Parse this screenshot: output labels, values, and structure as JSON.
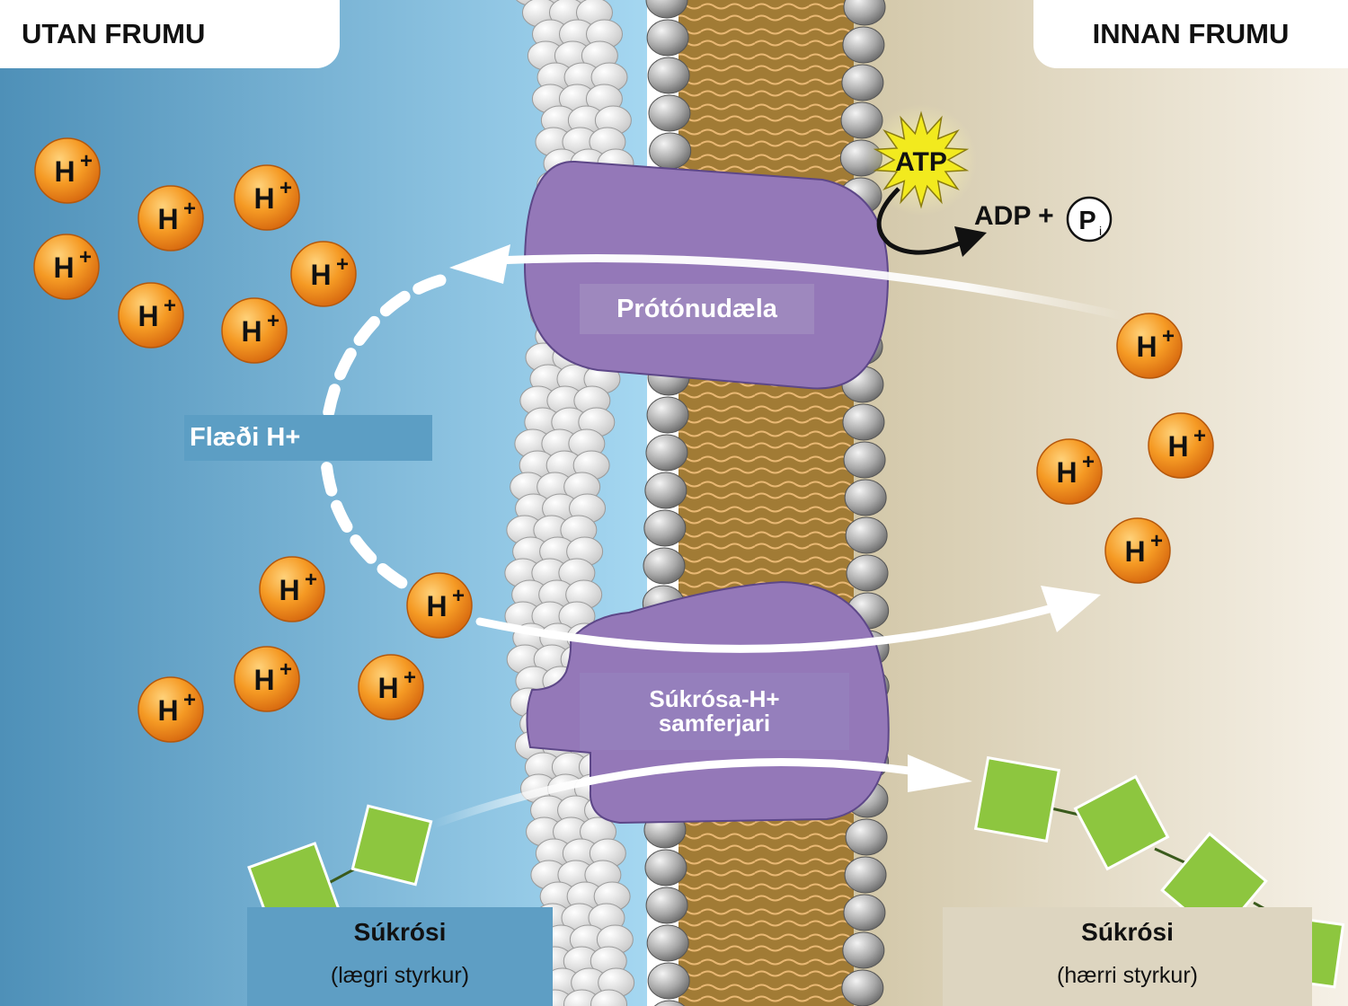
{
  "regions": {
    "outside": "UTAN FRUMU",
    "inside": "INNAN FRUMU"
  },
  "labels": {
    "pump": "Prótónudæla",
    "flow": "Flæði H+",
    "symporter_line1": "Súkrósa-H+",
    "symporter_line2": "samferjari",
    "atp": "ATP",
    "adp": "ADP +",
    "pi_main": "P",
    "pi_sub": "i",
    "ion_main": "H",
    "ion_sup": "+"
  },
  "sucrose_outside": {
    "title": "Súkrósi",
    "subtitle": "(lægri styrkur)"
  },
  "sucrose_inside": {
    "title": "Súkrósi",
    "subtitle": "(hærri styrkur)"
  },
  "colors": {
    "outside_blue": "#4e90b8",
    "inside_beige": "#ddd3bd",
    "protein_purple": "#9478b8",
    "ion_orange": "#f08a1c",
    "sucrose_green": "#8dc63f",
    "atp_yellow": "#f2ea1e"
  },
  "icons": [
    "hydrogen-ion",
    "atp-starburst",
    "sucrose-square",
    "phospholipid-head"
  ]
}
